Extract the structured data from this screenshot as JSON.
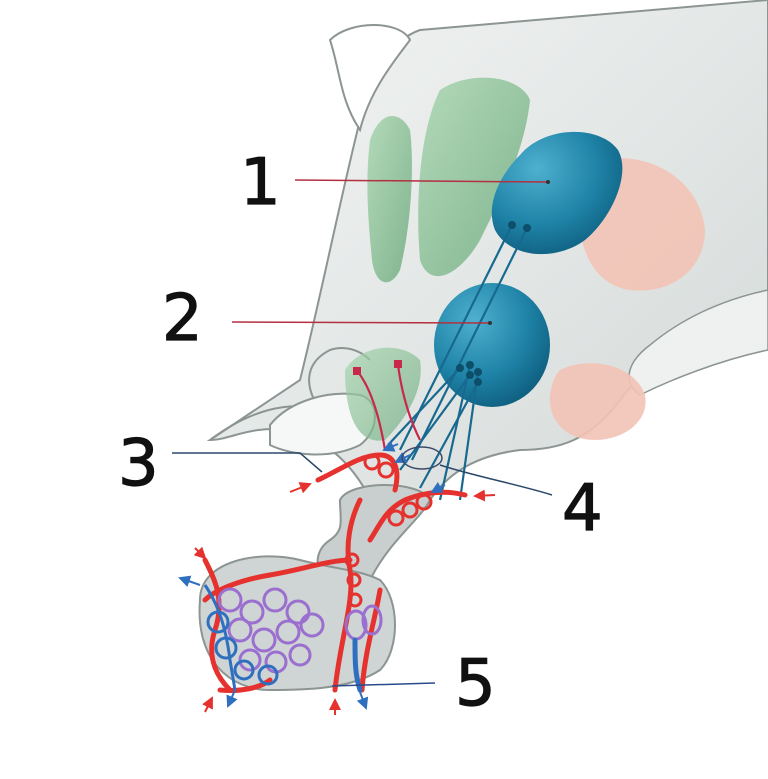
{
  "labels": {
    "one": "1",
    "two": "2",
    "three": "3",
    "four": "4",
    "five": "5"
  },
  "colors": {
    "tissue": "#d6dcdb",
    "tissue_light": "#eef1f0",
    "outline": "#8c9592",
    "green_nucleus": "#8fc49c",
    "blue_nucleus": "#1f84a8",
    "blue_nucleus_dark": "#0f5f80",
    "pink_nucleus": "#f3c3b6",
    "artery": "#e6322e",
    "vein": "#2f6fc0",
    "plexus_purple": "#9a6fcf",
    "pointer_red": "#b23040",
    "pointer_blue": "#2a4a8c"
  }
}
